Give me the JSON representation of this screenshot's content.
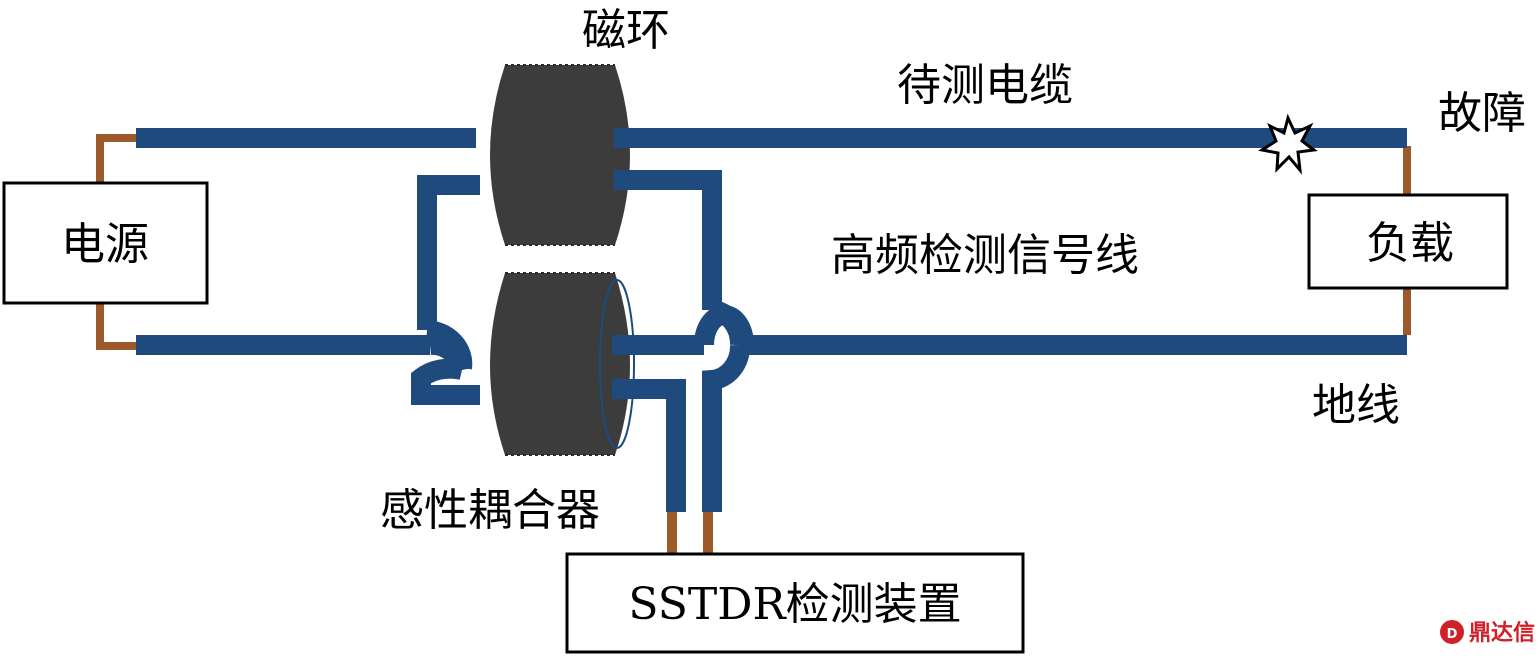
{
  "labels": {
    "magnetic_ring": "磁环",
    "cable_under_test": "待测电缆",
    "fault": "故障",
    "power_supply": "电源",
    "hf_signal_line": "高频检测信号线",
    "load": "负载",
    "ground_wire": "地线",
    "inductive_coupler": "感性耦合器",
    "sstdr_device": "SSTDR检测装置"
  },
  "watermark": "鼎达信",
  "colors": {
    "cable": "#1f4a7e",
    "lead": "#9c5a2a",
    "core": "#3c3c3c",
    "box_border": "#000000"
  }
}
